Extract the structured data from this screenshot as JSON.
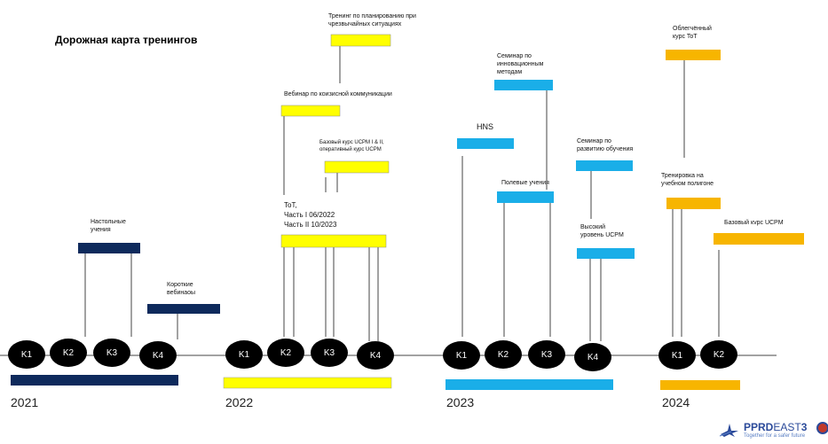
{
  "title": "Дорожная карта тренингов",
  "years": [
    "2021",
    "2022",
    "2023",
    "2024"
  ],
  "quarters": {
    "y2021": [
      "K1",
      "K2",
      "K3",
      "K4"
    ],
    "y2022": [
      "K1",
      "K2",
      "K3",
      "K4"
    ],
    "y2023": [
      "K1",
      "K2",
      "K3",
      "K4"
    ],
    "y2024": [
      "K1",
      "K2"
    ]
  },
  "events": {
    "tabletop": "Настольные учения",
    "short_webinars": "Короткие вебинаоы",
    "emergency_planning": "Тренинг по планированию при чрезвычайных ситуациях",
    "crisis_webinar": "Вебинар по коизисной коммуникации",
    "basic_ucpm": "Базовый курс UCPM I & II, оперативный курс UCPM",
    "tot_2022": "ToT,",
    "tot_part1": "Часть I 06/2022",
    "tot_part2": "Часть II 10/2023",
    "hns": "HNS",
    "innovative_seminar": "Семинар по инновационным методам",
    "field_exercises": "Полевые учения",
    "dev_seminar": "Семинар по развитию обучения",
    "high_ucpm": "Высокий уровень UCPM",
    "light_tot": "Облегчённый курс ToT",
    "range_training": "Тренировка на учебном полигоне",
    "basic_ucpm_2024": "Базовый кvpc UCPM"
  },
  "colors": {
    "y2021": "#0e2a5c",
    "y2022": "#ffff00",
    "y2023": "#1aaee8",
    "y2024": "#f7b500",
    "node": "#000000"
  },
  "logo": {
    "name_part1": "PPRD",
    "name_part2": "EAST",
    "name_num": "3",
    "tagline": "Together for a safer future"
  }
}
